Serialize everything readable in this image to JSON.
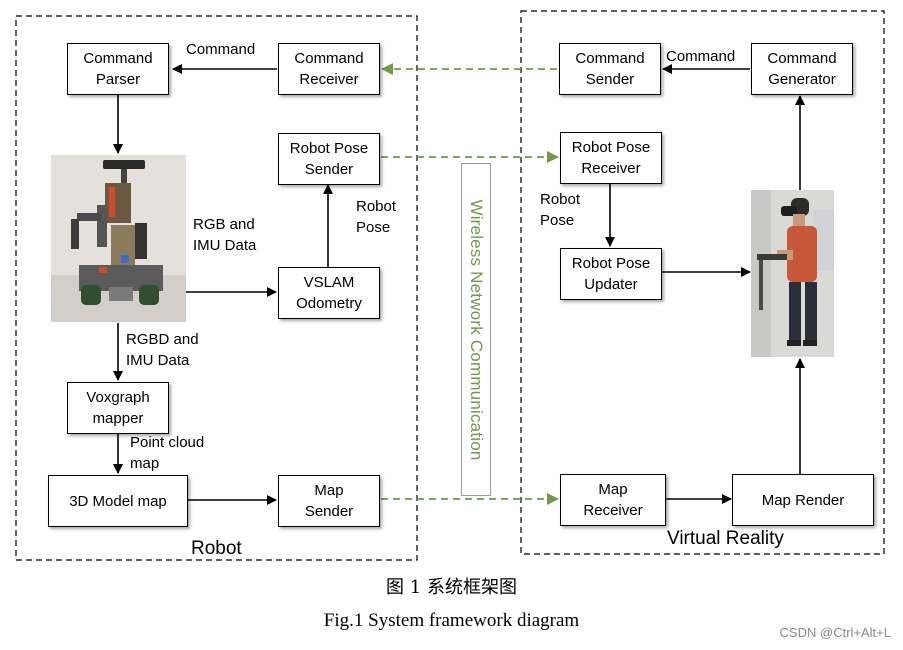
{
  "diagram": {
    "groups": {
      "robot": "Robot",
      "virtual_reality": "Virtual Reality"
    },
    "nodes": {
      "command_parser": "Command\nParser",
      "command_receiver": "Command\nReceiver",
      "robot_pose_sender": "Robot Pose\nSender",
      "vslam_odometry": "VSLAM\nOdometry",
      "voxgraph_mapper": "Voxgraph\nmapper",
      "model_map": "3D Model map",
      "map_sender": "Map\nSender",
      "command_sender": "Command\nSender",
      "command_generator": "Command\nGenerator",
      "robot_pose_receiver": "Robot Pose\nReceiver",
      "robot_pose_updater": "Robot Pose\nUpdater",
      "map_receiver": "Map\nReceiver",
      "map_render": "Map Render"
    },
    "edge_labels": {
      "command_left": "Command",
      "command_right": "Command",
      "rgb_imu": "RGB and\nIMU Data",
      "robot_pose_left": "Robot\nPose",
      "rgbd_imu": "RGBD and\nIMU Data",
      "point_cloud": "Point cloud\n      map",
      "robot_pose_right": "Robot\nPose"
    },
    "wireless_label": "Wireless Network Communication",
    "images": {
      "robot_photo": "robot-photo",
      "vr_user_photo": "vr-user-photo"
    },
    "colors": {
      "wireless_arrow": "#6f9a4a",
      "arrow": "#000000",
      "wireless_text": "#6f9a4a"
    }
  },
  "captions": {
    "cn": "图 1  系统框架图",
    "en": "Fig.1 System framework diagram"
  },
  "watermark": "CSDN @Ctrl+Alt+L"
}
